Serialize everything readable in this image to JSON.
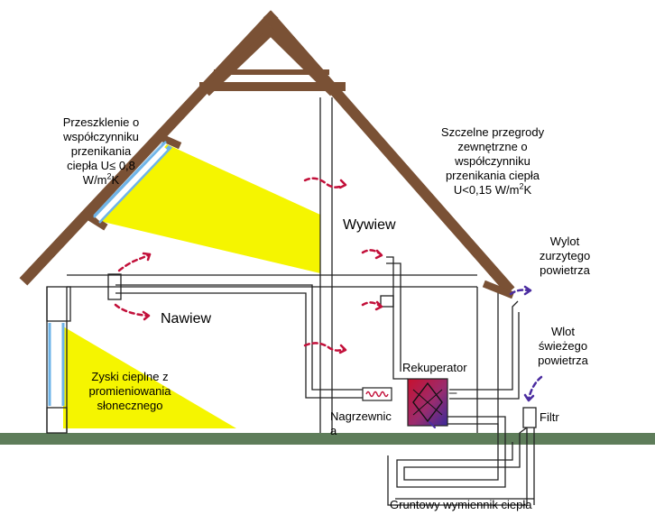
{
  "labels": {
    "glazing_line1": "Przeszklenie o",
    "glazing_line2": "współczynniku",
    "glazing_line3": "przenikania",
    "glazing_line4": "ciepła U",
    "glazing_symbol": "≤",
    "glazing_line4b": "0,8",
    "glazing_unit_pre": "W/m",
    "glazing_unit_exp": "2",
    "glazing_unit_post": "K",
    "walls_line1": "Szczelne przegrody",
    "walls_line2": "zewnętrzne o",
    "walls_line3": "współczynniku",
    "walls_line4": "przenikania ciepła",
    "walls_line5_pre": "U<0,15 W/m",
    "walls_line5_exp": "2",
    "walls_line5_post": "K",
    "exhaust": "Wywiew",
    "supply": "Nawiew",
    "outlet_line1": "Wylot",
    "outlet_line2": "zurzytego",
    "outlet_line3": "powietrza",
    "inlet_line1": "Wlot",
    "inlet_line2": "świeżego",
    "inlet_line3": "powietrza",
    "solar_line1": "Zyski cieplne z",
    "solar_line2": "promieniowania",
    "solar_line3": "słonecznego",
    "recuperator": "Rekuperator",
    "heater_line1": "Nagrzewnic",
    "heater_line2": "a",
    "filter": "Filtr",
    "ground_exchanger": "Gruntowy wymiennik ciepła"
  },
  "colors": {
    "roof_brown": "#7a5135",
    "ground_green": "#5e7d5a",
    "sun_yellow": "#f5f500",
    "air_arrow_red": "#c2103a",
    "air_arrow_blue": "#4b2ca0",
    "glass_blue": "#6fb4e8"
  }
}
